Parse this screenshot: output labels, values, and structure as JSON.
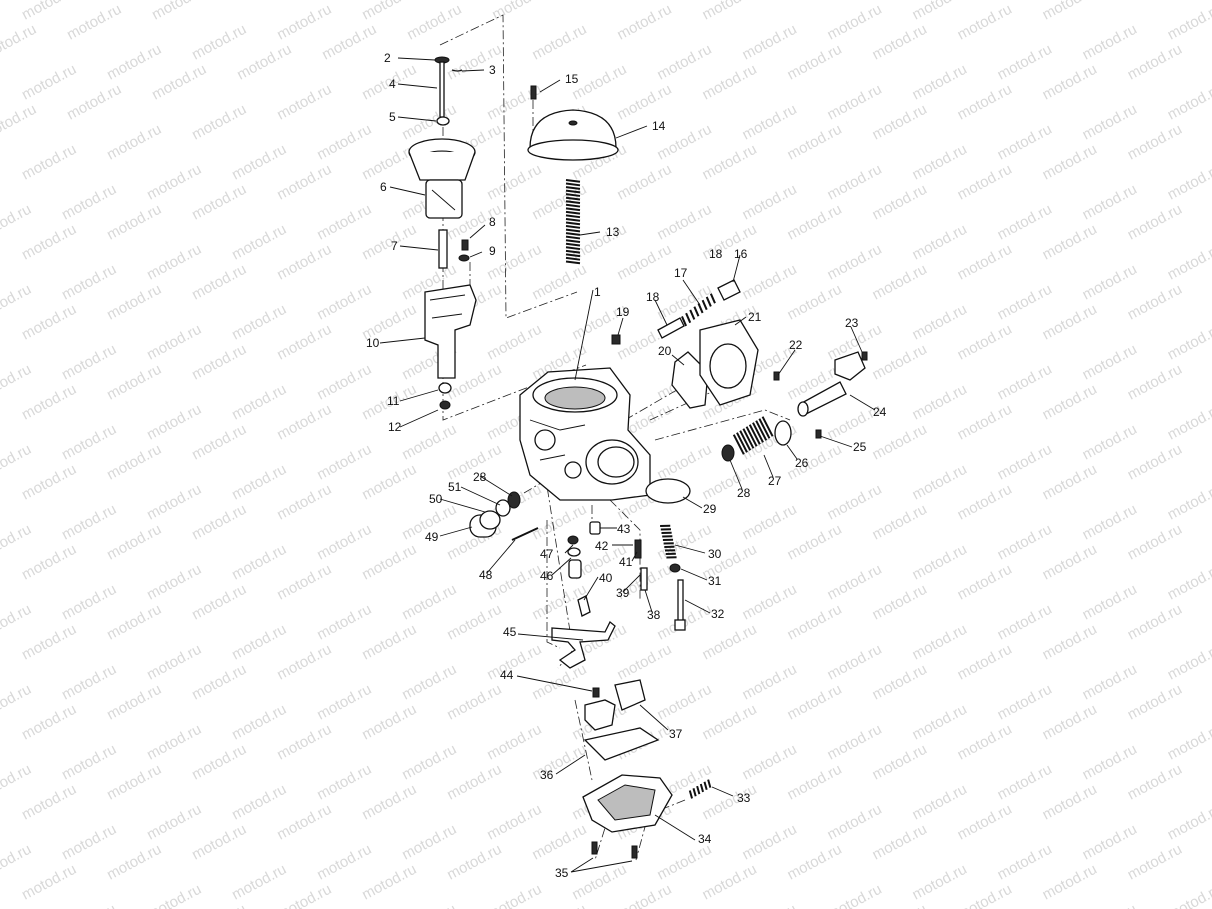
{
  "watermark": {
    "text": "motod.ru"
  },
  "parts": [
    {
      "num": "1"
    },
    {
      "num": "2"
    },
    {
      "num": "3"
    },
    {
      "num": "4"
    },
    {
      "num": "5"
    },
    {
      "num": "6"
    },
    {
      "num": "7"
    },
    {
      "num": "8"
    },
    {
      "num": "9"
    },
    {
      "num": "10"
    },
    {
      "num": "11"
    },
    {
      "num": "12"
    },
    {
      "num": "13"
    },
    {
      "num": "14"
    },
    {
      "num": "15"
    },
    {
      "num": "16"
    },
    {
      "num": "17"
    },
    {
      "num": "18"
    },
    {
      "num": "18"
    },
    {
      "num": "19"
    },
    {
      "num": "20"
    },
    {
      "num": "21"
    },
    {
      "num": "22"
    },
    {
      "num": "23"
    },
    {
      "num": "24"
    },
    {
      "num": "25"
    },
    {
      "num": "26"
    },
    {
      "num": "27"
    },
    {
      "num": "28"
    },
    {
      "num": "28"
    },
    {
      "num": "29"
    },
    {
      "num": "30"
    },
    {
      "num": "31"
    },
    {
      "num": "32"
    },
    {
      "num": "33"
    },
    {
      "num": "34"
    },
    {
      "num": "35"
    },
    {
      "num": "36"
    },
    {
      "num": "37"
    },
    {
      "num": "38"
    },
    {
      "num": "39"
    },
    {
      "num": "40"
    },
    {
      "num": "41"
    },
    {
      "num": "42"
    },
    {
      "num": "43"
    },
    {
      "num": "44"
    },
    {
      "num": "45"
    },
    {
      "num": "46"
    },
    {
      "num": "47"
    },
    {
      "num": "48"
    },
    {
      "num": "49"
    },
    {
      "num": "50"
    },
    {
      "num": "51"
    }
  ]
}
